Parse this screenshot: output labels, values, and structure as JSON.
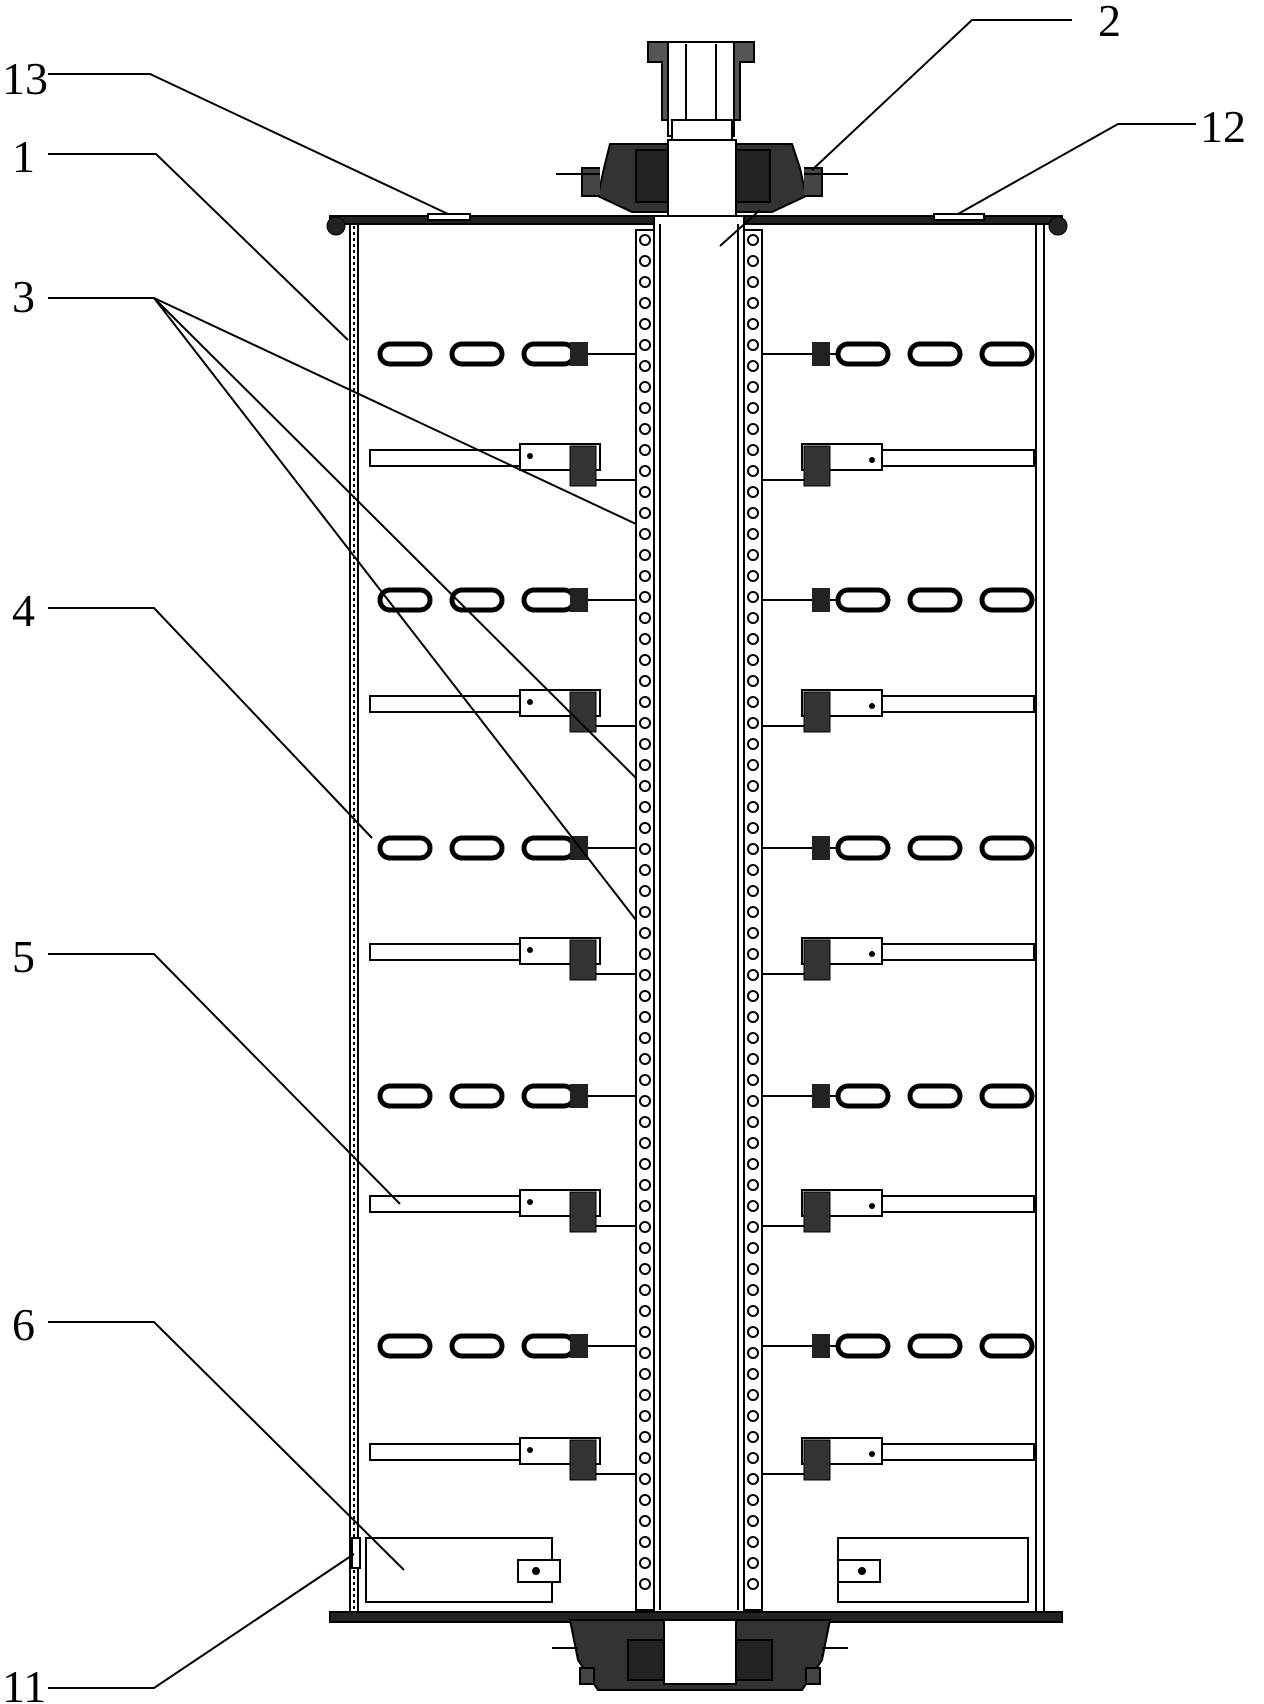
{
  "labels": {
    "l1": "1",
    "l2": "2",
    "l3": "3",
    "l4": "4",
    "l5": "5",
    "l6": "6",
    "l11": "11",
    "l12": "12",
    "l13": "13"
  }
}
